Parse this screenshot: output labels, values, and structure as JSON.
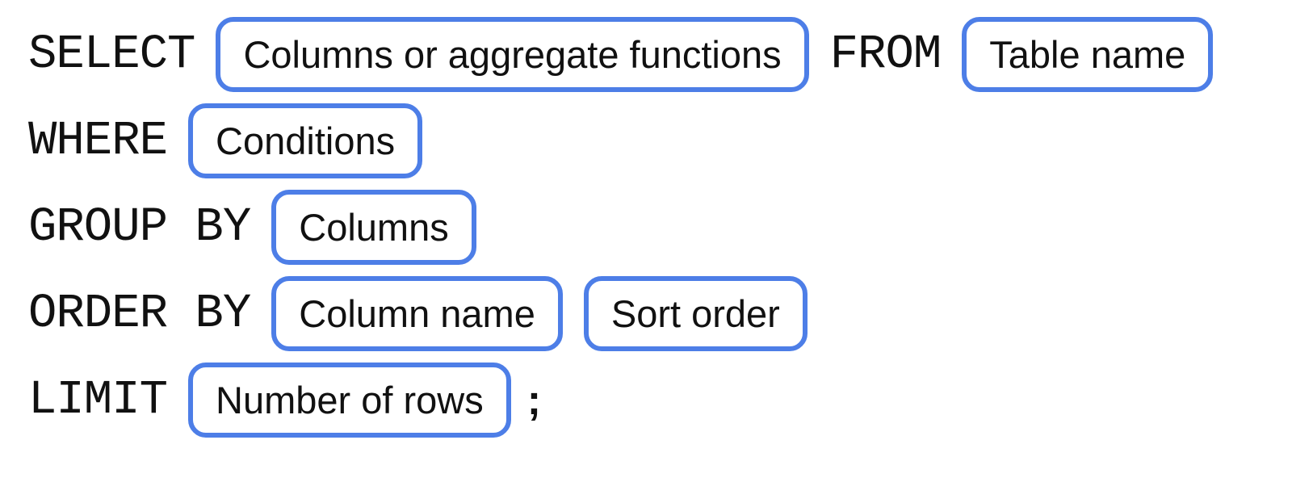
{
  "diagram": {
    "description": "SQL query syntax diagram",
    "accent_color": "#4d7ee7",
    "text_color": "#111111",
    "rows": [
      {
        "segments": [
          {
            "type": "keyword",
            "text": "SELECT"
          },
          {
            "type": "box",
            "text": "Columns or aggregate functions"
          },
          {
            "type": "keyword",
            "text": "FROM"
          },
          {
            "type": "box",
            "text": "Table name"
          }
        ]
      },
      {
        "segments": [
          {
            "type": "keyword",
            "text": "WHERE"
          },
          {
            "type": "box",
            "text": "Conditions"
          }
        ]
      },
      {
        "segments": [
          {
            "type": "keyword",
            "text": "GROUP BY"
          },
          {
            "type": "box",
            "text": "Columns"
          }
        ]
      },
      {
        "segments": [
          {
            "type": "keyword",
            "text": "ORDER BY"
          },
          {
            "type": "box",
            "text": "Column name"
          },
          {
            "type": "box",
            "text": "Sort order"
          }
        ]
      },
      {
        "segments": [
          {
            "type": "keyword",
            "text": "LIMIT"
          },
          {
            "type": "box",
            "text": "Number of rows"
          },
          {
            "type": "punct",
            "text": ";"
          }
        ]
      }
    ]
  }
}
